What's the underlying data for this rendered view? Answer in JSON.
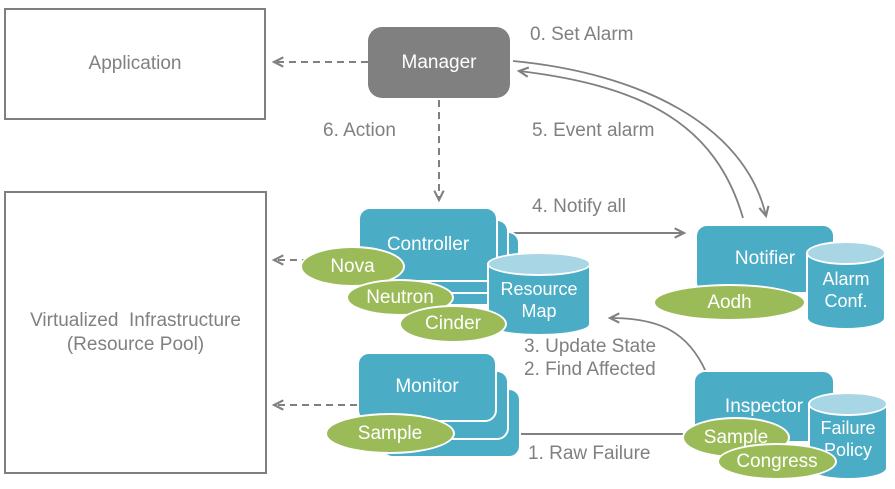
{
  "diagram": {
    "title_hint": "fault management architecture diagram",
    "colors": {
      "component_blue": "#4bacc6",
      "cylinder_top_blue": "#a9d6e4",
      "plugin_green": "#9bbb59",
      "manager_gray": "#808080",
      "label_gray": "#808080",
      "outline_gray": "#7f7f7f"
    },
    "boxes": {
      "application": "Application",
      "virtualized_infrastructure": {
        "line1": "Virtualized  Infrastructure",
        "line2": "(Resource Pool)"
      },
      "manager": "Manager",
      "controller": "Controller",
      "monitor": "Monitor",
      "notifier": "Notifier",
      "inspector": "Inspector"
    },
    "cylinders": {
      "resource_map": {
        "line1": "Resource",
        "line2": "Map"
      },
      "alarm_conf": {
        "line1": "Alarm",
        "line2": "Conf."
      },
      "failure_policy": {
        "line1": "Failure",
        "line2": "Policy"
      }
    },
    "ellipses": {
      "nova": "Nova",
      "neutron": "Neutron",
      "cinder": "Cinder",
      "monitor_sample": "Sample",
      "aodh": "Aodh",
      "inspector_sample": "Sample",
      "congress": "Congress"
    },
    "labels": {
      "step0": "0. Set Alarm",
      "step1": "1. Raw Failure",
      "step2": "2. Find Affected",
      "step3": "3. Update State",
      "step4": "4. Notify all",
      "step5": "5. Event alarm",
      "step6": "6. Action"
    }
  }
}
